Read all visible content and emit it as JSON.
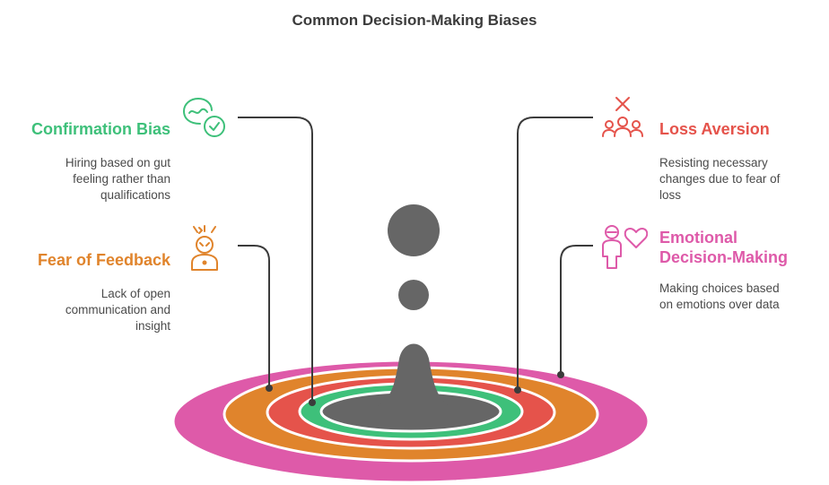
{
  "title": "Common Decision-Making Biases",
  "colors": {
    "confirmation": "#3ec07a",
    "loss": "#e5534b",
    "fear": "#e0842c",
    "emotional": "#de5aa9",
    "center": "#666666"
  },
  "items": {
    "confirmation": {
      "heading": "Confirmation Bias",
      "desc": [
        "Hiring based on gut",
        "feeling rather than",
        "qualifications"
      ],
      "icon": "brain-check-icon"
    },
    "fear": {
      "heading": "Fear of Feedback",
      "desc": [
        "Lack of open",
        "communication and",
        "insight"
      ],
      "icon": "stressed-person-icon"
    },
    "loss": {
      "heading": "Loss Aversion",
      "desc": [
        "Resisting necessary",
        "changes due to fear of",
        "loss"
      ],
      "icon": "group-x-icon"
    },
    "emotional": {
      "heading": [
        "Emotional",
        "Decision-Making"
      ],
      "desc": [
        "Making choices based",
        "on emotions over data"
      ],
      "icon": "person-heart-icon"
    }
  }
}
